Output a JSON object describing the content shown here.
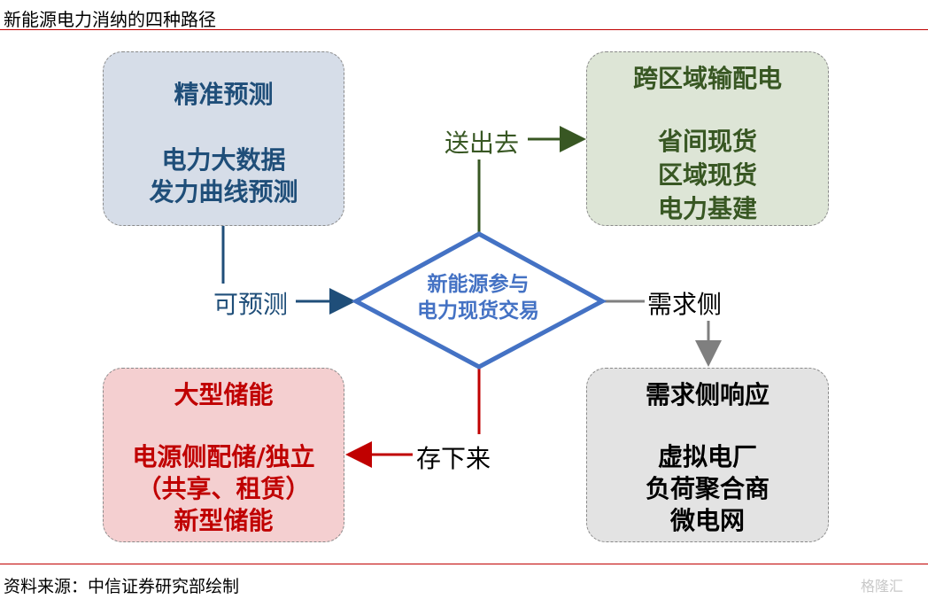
{
  "title": "新能源电力消纳的四种路径",
  "source": "资料来源：中信证券研究部绘制",
  "center": {
    "line1": "新能源参与",
    "line2": "电力现货交易"
  },
  "boxes": {
    "forecast": {
      "head": "精准预测",
      "lines": [
        "电力大数据",
        "发力曲线预测"
      ]
    },
    "transmission": {
      "head": "跨区域输配电",
      "lines": [
        "省间现货",
        "区域现货",
        "电力基建"
      ]
    },
    "storage": {
      "head": "大型储能",
      "lines": [
        "电源侧配储/独立",
        "（共享、租赁）",
        "新型储能"
      ]
    },
    "demand": {
      "head": "需求侧响应",
      "lines": [
        "虚拟电厂",
        "负荷聚合商",
        "微电网"
      ]
    }
  },
  "flows": {
    "send": "送出去",
    "predict": "可预测",
    "demand": "需求侧",
    "store": "存下来"
  },
  "colors": {
    "accent_red": "#c00000",
    "forecast": "#1f4e79",
    "transmission": "#385723",
    "diamond": "#4472c4",
    "demand_line": "#7f7f7f"
  },
  "watermark": "格隆汇"
}
